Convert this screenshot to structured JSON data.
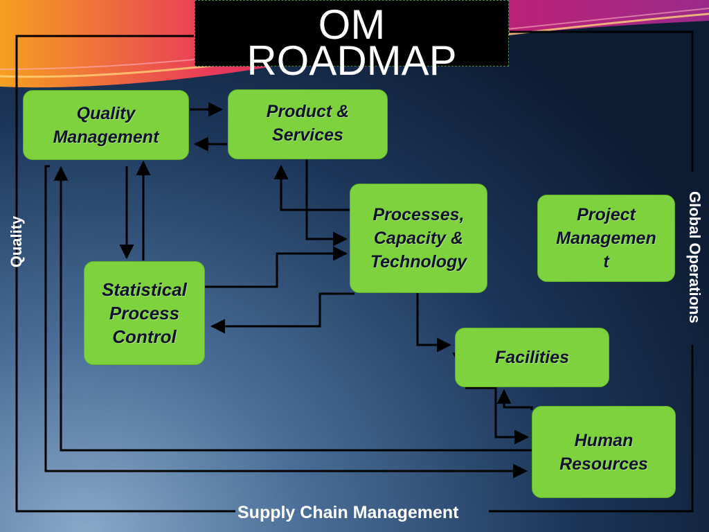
{
  "title": "OM\nROADMAP",
  "boxes": {
    "quality_management": "Quality\nManagement",
    "product_services": "Product &\nServices",
    "processes": "Processes,\nCapacity   &\nTechnology",
    "project_management": "Project\nManagemen\nt",
    "statistical_process_control": "Statistical\nProcess\nControl",
    "facilities": "Facilities",
    "human_resources": "Human\nResources"
  },
  "side_labels": {
    "left": "Quality",
    "right": "Global Operations",
    "bottom": "Supply Chain Management"
  },
  "colors": {
    "box_fill": "#7ed23d",
    "title_bg": "#000000",
    "background": "#0d1c33"
  }
}
